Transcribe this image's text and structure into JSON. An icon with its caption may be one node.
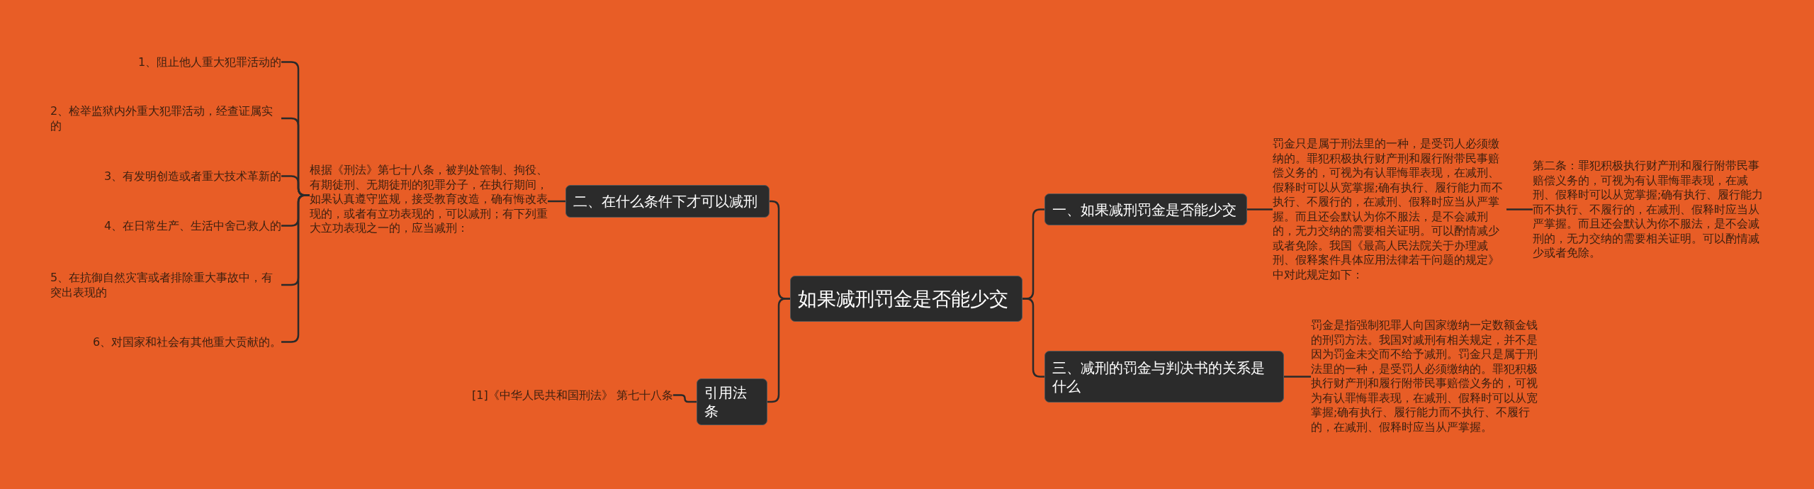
{
  "diagram": {
    "nodes": [
      {
        "text": [
          "如果减刑罚金是否能少交"
        ]
      },
      {
        "text": [
          "二、在什么条件下才可以减刑"
        ]
      },
      {
        "text": [
          "根据《刑法》第七十八条，被判处管制、拘役、有期徒刑、无期徒刑的犯罪分子，在执行期间，如果认真遵守监规，接受教育改造，确有悔改表现的，或者有立功表现的，可以减刑；有下列重大立功表现之一的，应当减刑："
        ]
      },
      {
        "text": [
          "1、阻止他人重大犯罪活动的"
        ]
      },
      {
        "text": [
          "2、检举监狱内外重大犯罪活动，经查证属实的"
        ]
      },
      {
        "text": [
          "3、有发明创造或者重大技术革新的"
        ]
      },
      {
        "text": [
          "4、在日常生产、生活中舍己救人的"
        ]
      },
      {
        "text": [
          "5、在抗御自然灾害或者排除重大事故中，有突出表现的"
        ]
      },
      {
        "text": [
          "6、对国家和社会有其他重大贡献的。"
        ]
      },
      {
        "text": [
          "引用法条"
        ]
      },
      {
        "text": [
          "[1]《中华人民共和国刑法》 第七十八条"
        ]
      },
      {
        "text": [
          "一、如果减刑罚金是否能少交"
        ]
      },
      {
        "text": [
          "罚金只是属于刑法里的一种，是受罚人必须缴纳的。罪犯积极执行财产刑和履行附带民事赔偿义务的，可视为有认罪悔罪表现，在减刑、假释时可以从宽掌握;确有执行、履行能力而不执行、不履行的，在减刑、假释时应当从严掌握。而且还会默认为你不服法，是不会减刑的，无力交纳的需要相关证明。可以酌情减少或者免除。我国《最高人民法院关于办理减刑、假释案件具体应用法律若干问题的规定》中对此规定如下："
        ]
      },
      {
        "text": [
          "第二条：罪犯积极执行财产刑和履行附带民事赔偿义务的，可视为有认罪悔罪表现，在减刑、假释时可以从宽掌握;确有执行、履行能力而不执行、不履行的，在减刑、假释时应当从严掌握。而且还会默认为你不服法，是不会减刑的，无力交纳的需要相关证明。可以酌情减少或者免除。"
        ]
      },
      {
        "text": [
          "三、减刑的罚金与判决书的关系是什么"
        ]
      },
      {
        "text": [
          "罚金是指强制犯罪人向国家缴纳一定数额金钱的刑罚方法。我国对减刑有相关规定，并不是因为罚金未交而不给予减刑。罚金只是属于刑法里的一种，是受罚人必须缴纳的。罪犯积极执行财产刑和履行附带民事赔偿义务的，可视为有认罪悔罪表现，在减刑、假释时可以从宽掌握;确有执行、履行能力而不执行、不履行的，在减刑、假释时应当从严掌握。"
        ]
      }
    ],
    "edges": [
      {
        "from": 0,
        "to": 1,
        "arrow": "none"
      },
      {
        "from": 1,
        "to": 2,
        "arrow": "none"
      },
      {
        "from": 2,
        "to": 3,
        "arrow": "none"
      },
      {
        "from": 2,
        "to": 4,
        "arrow": "none"
      },
      {
        "from": 2,
        "to": 5,
        "arrow": "none"
      },
      {
        "from": 2,
        "to": 6,
        "arrow": "none"
      },
      {
        "from": 2,
        "to": 7,
        "arrow": "none"
      },
      {
        "from": 2,
        "to": 8,
        "arrow": "none"
      },
      {
        "from": 0,
        "to": 9,
        "arrow": "none"
      },
      {
        "from": 9,
        "to": 10,
        "arrow": "none"
      },
      {
        "from": 0,
        "to": 11,
        "arrow": "none"
      },
      {
        "from": 11,
        "to": 12,
        "arrow": "none"
      },
      {
        "from": 12,
        "to": 13,
        "arrow": "none"
      },
      {
        "from": 0,
        "to": 14,
        "arrow": "none"
      },
      {
        "from": 14,
        "to": 15,
        "arrow": "none"
      }
    ]
  }
}
